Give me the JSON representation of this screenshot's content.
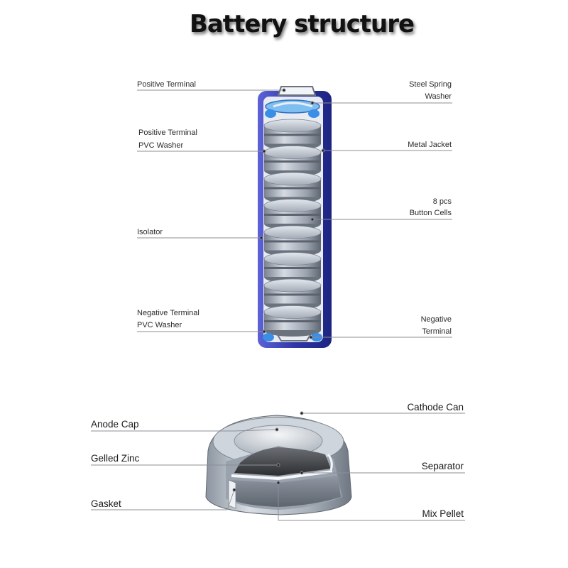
{
  "title": "Battery structure",
  "top_labels_left": {
    "positive_terminal": "Positive Terminal",
    "positive_pvc_washer_1": "Positive Terminal",
    "positive_pvc_washer_2": "PVC Washer",
    "isolator": "Isolator",
    "negative_pvc_washer_1": "Negative Terminal",
    "negative_pvc_washer_2": "PVC Washer"
  },
  "top_labels_right": {
    "steel_spring_washer_1": "Steel Spring",
    "steel_spring_washer_2": "Washer",
    "metal_jacket": "Metal Jacket",
    "button_cells_1": "8 pcs",
    "button_cells_2": "Button Cells",
    "negative_terminal_1": "Negative",
    "negative_terminal_2": "Terminal"
  },
  "bottom_labels_left": {
    "anode_cap": "Anode Cap",
    "gelled_zinc": "Gelled Zinc",
    "gasket": "Gasket"
  },
  "bottom_labels_right": {
    "cathode_can": "Cathode Can",
    "separator": "Separator",
    "mix_pellet": "Mix Pellet"
  },
  "colors": {
    "jacket_blue": "#3b44b8",
    "cell_gray": "#a9b0bb",
    "accent_blue": "#2f8fe6"
  }
}
